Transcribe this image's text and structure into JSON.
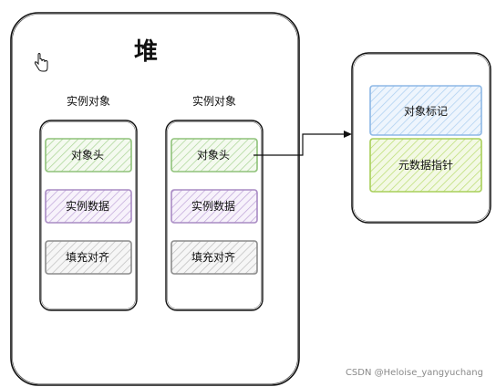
{
  "heap": {
    "title": "堆"
  },
  "objects": [
    {
      "caption": "实例对象",
      "parts": [
        "对象头",
        "实例数据",
        "填充对齐"
      ]
    },
    {
      "caption": "实例对象",
      "parts": [
        "对象头",
        "实例数据",
        "填充对齐"
      ]
    }
  ],
  "header_detail": {
    "parts": [
      "对象标记",
      "元数据指针"
    ]
  },
  "colors": {
    "green": "#8fc27a",
    "purple": "#a98bc4",
    "gray": "#8c8c8c",
    "blue": "#8db8e6",
    "lime": "#a8cf5a"
  },
  "watermark": "CSDN @Heloise_yangyuchang"
}
